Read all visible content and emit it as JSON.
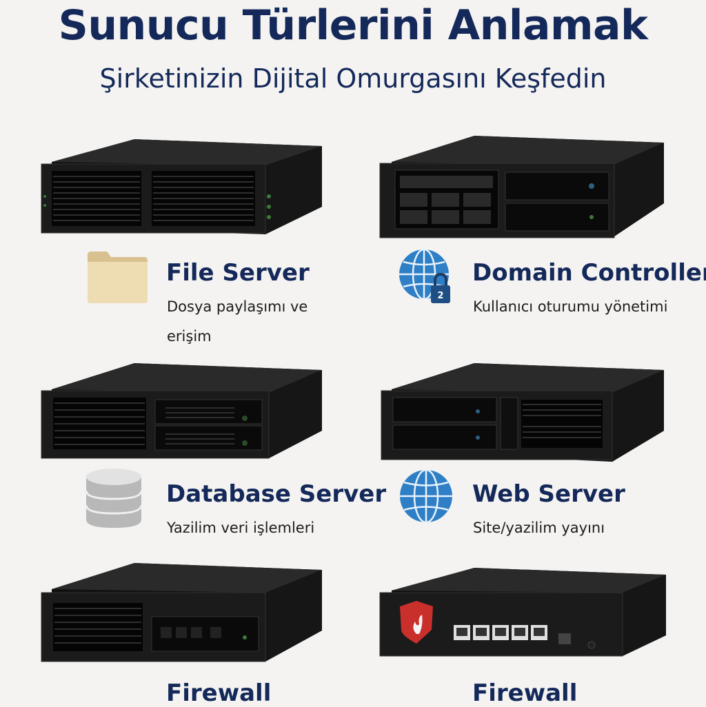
{
  "header": {
    "title": "Sunucu Türlerini Anlamak",
    "subtitle": "Şirketinizin Dijital Omurgasını Keşfedin"
  },
  "servers": [
    {
      "name": "File Server",
      "description": "Dosya paylaşımı ve erişim",
      "icon": "folder-icon"
    },
    {
      "name": "Domain Controller",
      "description": "Kullanıcı oturumu yönetimi",
      "icon": "globe-lock-icon"
    },
    {
      "name": "Database Server",
      "description": "Yazilim veri işlemleri",
      "icon": "database-icon"
    },
    {
      "name": "Web Server",
      "description": "Site/yazilim yayını",
      "icon": "globe-icon"
    },
    {
      "name": "Firewall",
      "description": "",
      "icon": ""
    },
    {
      "name": "Firewall",
      "description": "",
      "icon": ""
    }
  ],
  "firewall_badge_digit": "2",
  "colors": {
    "title": "#14295a",
    "background": "#f4f3f1",
    "chassis": "#1a1a1a",
    "globe": "#2f7fc6",
    "folder": "#e8d3a6",
    "shield": "#c9302c"
  }
}
